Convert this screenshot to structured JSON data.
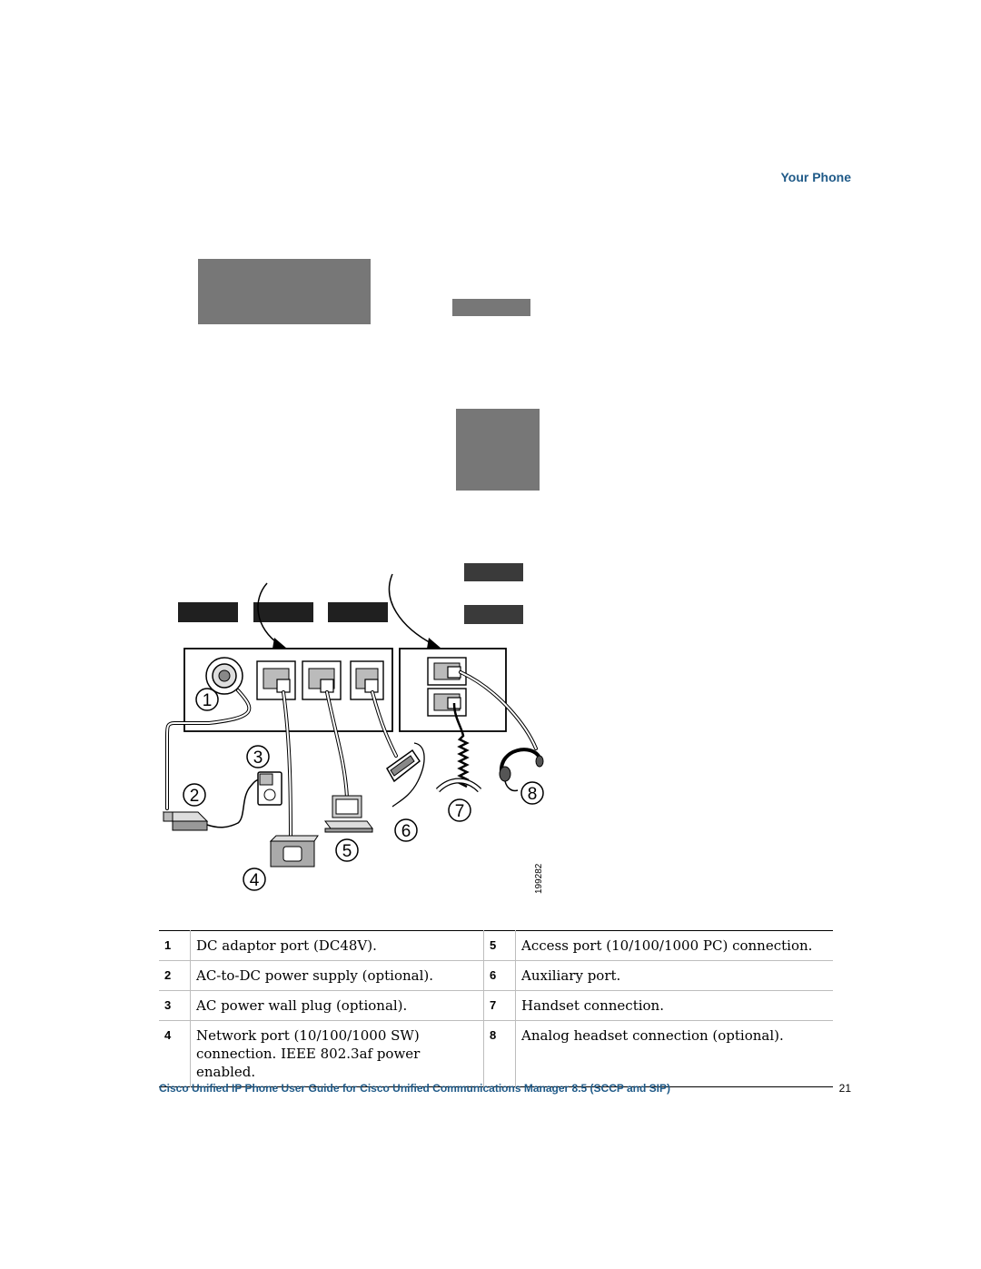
{
  "header": {
    "section_title": "Your Phone"
  },
  "figure": {
    "callouts": [
      "1",
      "2",
      "3",
      "4",
      "5",
      "6",
      "7",
      "8"
    ],
    "figure_id": "199282"
  },
  "legend": {
    "rows": [
      {
        "n1": "1",
        "d1": "DC adaptor port (DC48V).",
        "n2": "5",
        "d2": "Access port (10/100/1000 PC) connection."
      },
      {
        "n1": "2",
        "d1": "AC-to-DC power supply (optional).",
        "n2": "6",
        "d2": "Auxiliary port."
      },
      {
        "n1": "3",
        "d1": "AC power wall plug (optional).",
        "n2": "7",
        "d2": "Handset connection."
      },
      {
        "n1": "4",
        "d1": "Network port (10/100/1000 SW) connection. IEEE 802.3af power enabled.",
        "n2": "8",
        "d2": "Analog headset connection (optional)."
      }
    ]
  },
  "footer": {
    "guide_title": "Cisco Unified IP Phone User Guide for Cisco Unified Communications Manager 8.5 (SCCP and SIP)",
    "page_number": "21"
  }
}
